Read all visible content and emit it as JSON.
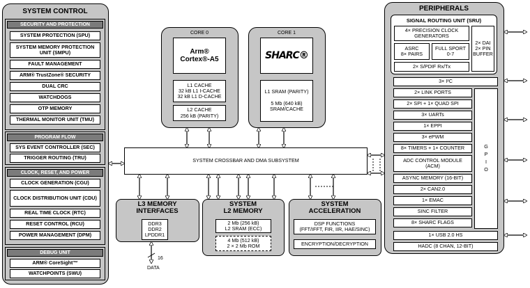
{
  "system_control": {
    "title": "SYSTEM CONTROL",
    "security": {
      "header": "SECURITY AND PROTECTION",
      "items": [
        "SYSTEM PROTECTION (SPU)",
        "SYSTEM MEMORY PROTECTION UNIT (SMPU)",
        "FAULT MANAGEMENT",
        "ARM® TrustZone® SECURITY",
        "DUAL CRC",
        "WATCHDOGS",
        "OTP MEMORY",
        "THERMAL MONITOR UNIT (TMU)"
      ]
    },
    "program_flow": {
      "header": "PROGRAM FLOW",
      "items": [
        "SYS EVENT CONTROLLER (SEC)",
        "TRIGGER ROUTING (TRU)"
      ]
    },
    "clock": {
      "header": "CLOCK, RESET, AND POWER",
      "items": [
        "CLOCK GENERATION (CGU)",
        "CLOCK DISTRIBUTION UNIT (CDU)",
        "REAL TIME CLOCK (RTC)",
        "RESET CONTROL (RCU)",
        "POWER MANAGEMENT (DPM)"
      ]
    },
    "debug": {
      "header": "DEBUG UNIT",
      "items": [
        "ARM® CoreSight™",
        "WATCHPOINTS (SWU)"
      ]
    }
  },
  "core0": {
    "title": "CORE 0",
    "logo_line1": "Arm®",
    "logo_line2": "Cortex®-A5",
    "l1_cache": "L1 CACHE\n32 kB L1 I-CACHE\n32 kB L1 D-CACHE",
    "l2_cache": "L2 CACHE\n256 kB (PARITY)"
  },
  "core1": {
    "title": "CORE 1",
    "logo": "SHARC®",
    "l1_sram": "L1 SRAM (PARITY)\n\n5 Mb (640 kB)\nSRAM/CACHE"
  },
  "crossbar": {
    "label": "SYSTEM CROSSBAR AND DMA SUBSYSTEM"
  },
  "l3": {
    "title": "L3 MEMORY\nINTERFACES",
    "ddr": "DDR3\nDDR2\nLPDDR1",
    "bus_width": "16",
    "data_label": "DATA"
  },
  "l2": {
    "title": "SYSTEM\nL2 MEMORY",
    "sram": "2 Mb (256 kB)\nL2 SRAM (ECC)",
    "rom": "4 Mb (512 kB)\n2 × 2 Mb ROM"
  },
  "accel": {
    "title": "SYSTEM\nACCELERATION",
    "dsp": "DSP FUNCTIONS\n(FFT/IFFT, FIR, IIR, HAE/SINC)",
    "crypto": "ENCRYPTION/DECRYPTION"
  },
  "peripherals": {
    "title": "PERIPHERALS",
    "sru": {
      "title": "SIGNAL ROUTING UNIT (SRU)",
      "pcg": "4× PRECISION CLOCK\nGENERATORS",
      "asrc": "ASRC\n8× PAIRS",
      "sport": "FULL SPORT\n0-7",
      "dai": "2× DAI\n2× PIN\nBUFFER",
      "spdif": "2× S/PDIF Rx/Tx"
    },
    "items": [
      "3× I²C",
      "2× LINK PORTS",
      "2× SPI + 1× QUAD SPI",
      "3× UARTs",
      "1× EPPI",
      "3× ePWM",
      "8× TIMERS + 1× COUNTER",
      "ADC CONTROL MODULE\n(ACM)",
      "ASYNC MEMORY (16-BIT)",
      "2× CAN2.0",
      "1× EMAC",
      "SINC FILTER",
      "8× SHARC FLAGS",
      "1× USB 2.0 HS",
      "HADC (8 CHAN, 12-BIT)"
    ],
    "gpio": "G\nP\nI\nO"
  }
}
